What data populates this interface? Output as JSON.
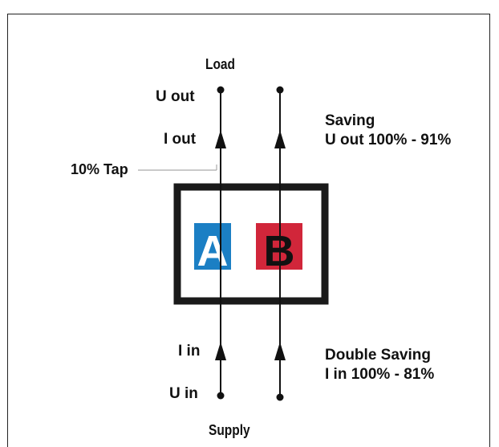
{
  "labels": {
    "load": "Load",
    "supply": "Supply",
    "u_out": "U out",
    "i_out": "I out",
    "tap": "10% Tap",
    "i_in": "I in",
    "u_in": "U in"
  },
  "notes": {
    "saving_title": "Saving",
    "saving_detail": "U out 100% - 91%",
    "double_title": "Double Saving",
    "double_detail": "I in 100% - 81%"
  },
  "boxes": {
    "a": {
      "letter": "A",
      "color": "#1b7fc4"
    },
    "b": {
      "letter": "B",
      "color": "#d1263a"
    }
  },
  "colors": {
    "line": "#111111",
    "frame": "#1a1a1a"
  }
}
